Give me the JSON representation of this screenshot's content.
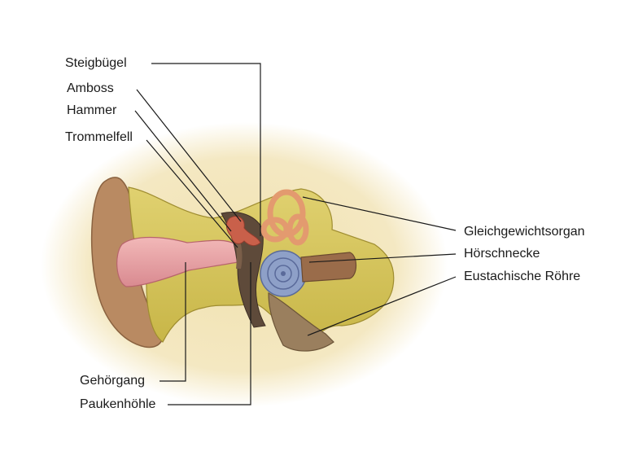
{
  "labels": {
    "steigbuegel": "Steigbügel",
    "amboss": "Amboss",
    "hammer": "Hammer",
    "trommelfell": "Trommelfell",
    "gleichgewichtsorgan": "Gleichgewichtsorgan",
    "hoerschnecke": "Hörschnecke",
    "eustachische_roehre": "Eustachische Röhre",
    "gehoergang": "Gehörgang",
    "paukenhoehle": "Paukenhöhle"
  },
  "colors": {
    "background_halo": "#f3e6b8",
    "bone_tissue": "#d7c65a",
    "skin": "#b98a62",
    "canal": "#e7a3a6",
    "cochlea": "#8ea0c8",
    "semicircular": "#e39a6f",
    "ossicles": "#c9604a"
  }
}
